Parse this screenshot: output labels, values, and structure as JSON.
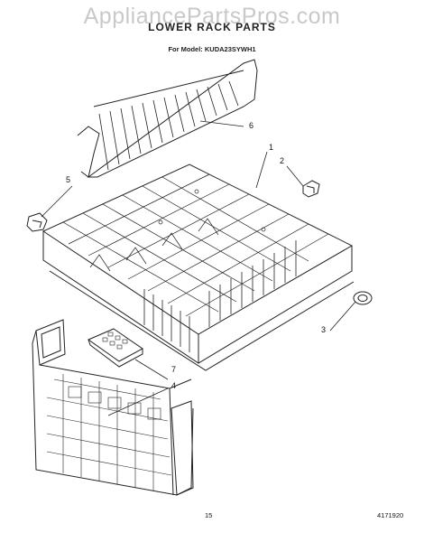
{
  "watermark": "AppliancePartsPros.com",
  "title": "LOWER RACK PARTS",
  "model_line": "For Model: KUDA23SYWH1",
  "callouts": [
    "1",
    "2",
    "3",
    "4",
    "5",
    "6",
    "7"
  ],
  "page_number": "15",
  "document_number": "4171920"
}
